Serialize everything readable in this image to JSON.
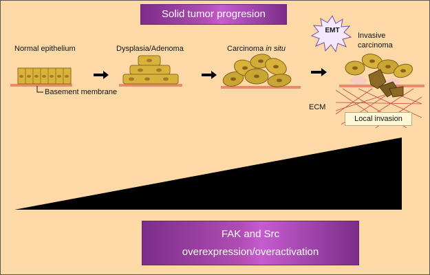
{
  "title": "Solid tumor progresion",
  "stages": [
    {
      "label": "Normal epithelium"
    },
    {
      "label": "Dysplasia/Adenoma"
    },
    {
      "label_main": "Carcinoma ",
      "label_italic": "in situ"
    },
    {
      "label_line1": "Invasive",
      "label_line2": "carcinoma"
    }
  ],
  "basement_membrane_label": "Basement membrane",
  "emt_label": "EMT",
  "ecm_label": "ECM",
  "local_invasion_label": "Local invasion",
  "bottom_banner": {
    "line1": "FAK and Src",
    "line2": "overexpression/overactivation"
  },
  "colors": {
    "background": "#fdd9a8",
    "banner": "#a043a8",
    "cell": "#d9b23b",
    "nucleus": "#a8762a",
    "membrane": "#e98a6a",
    "ecm_lines": "#c84848",
    "emt_burst": "#f3e9ff",
    "wedge": "#000000"
  }
}
